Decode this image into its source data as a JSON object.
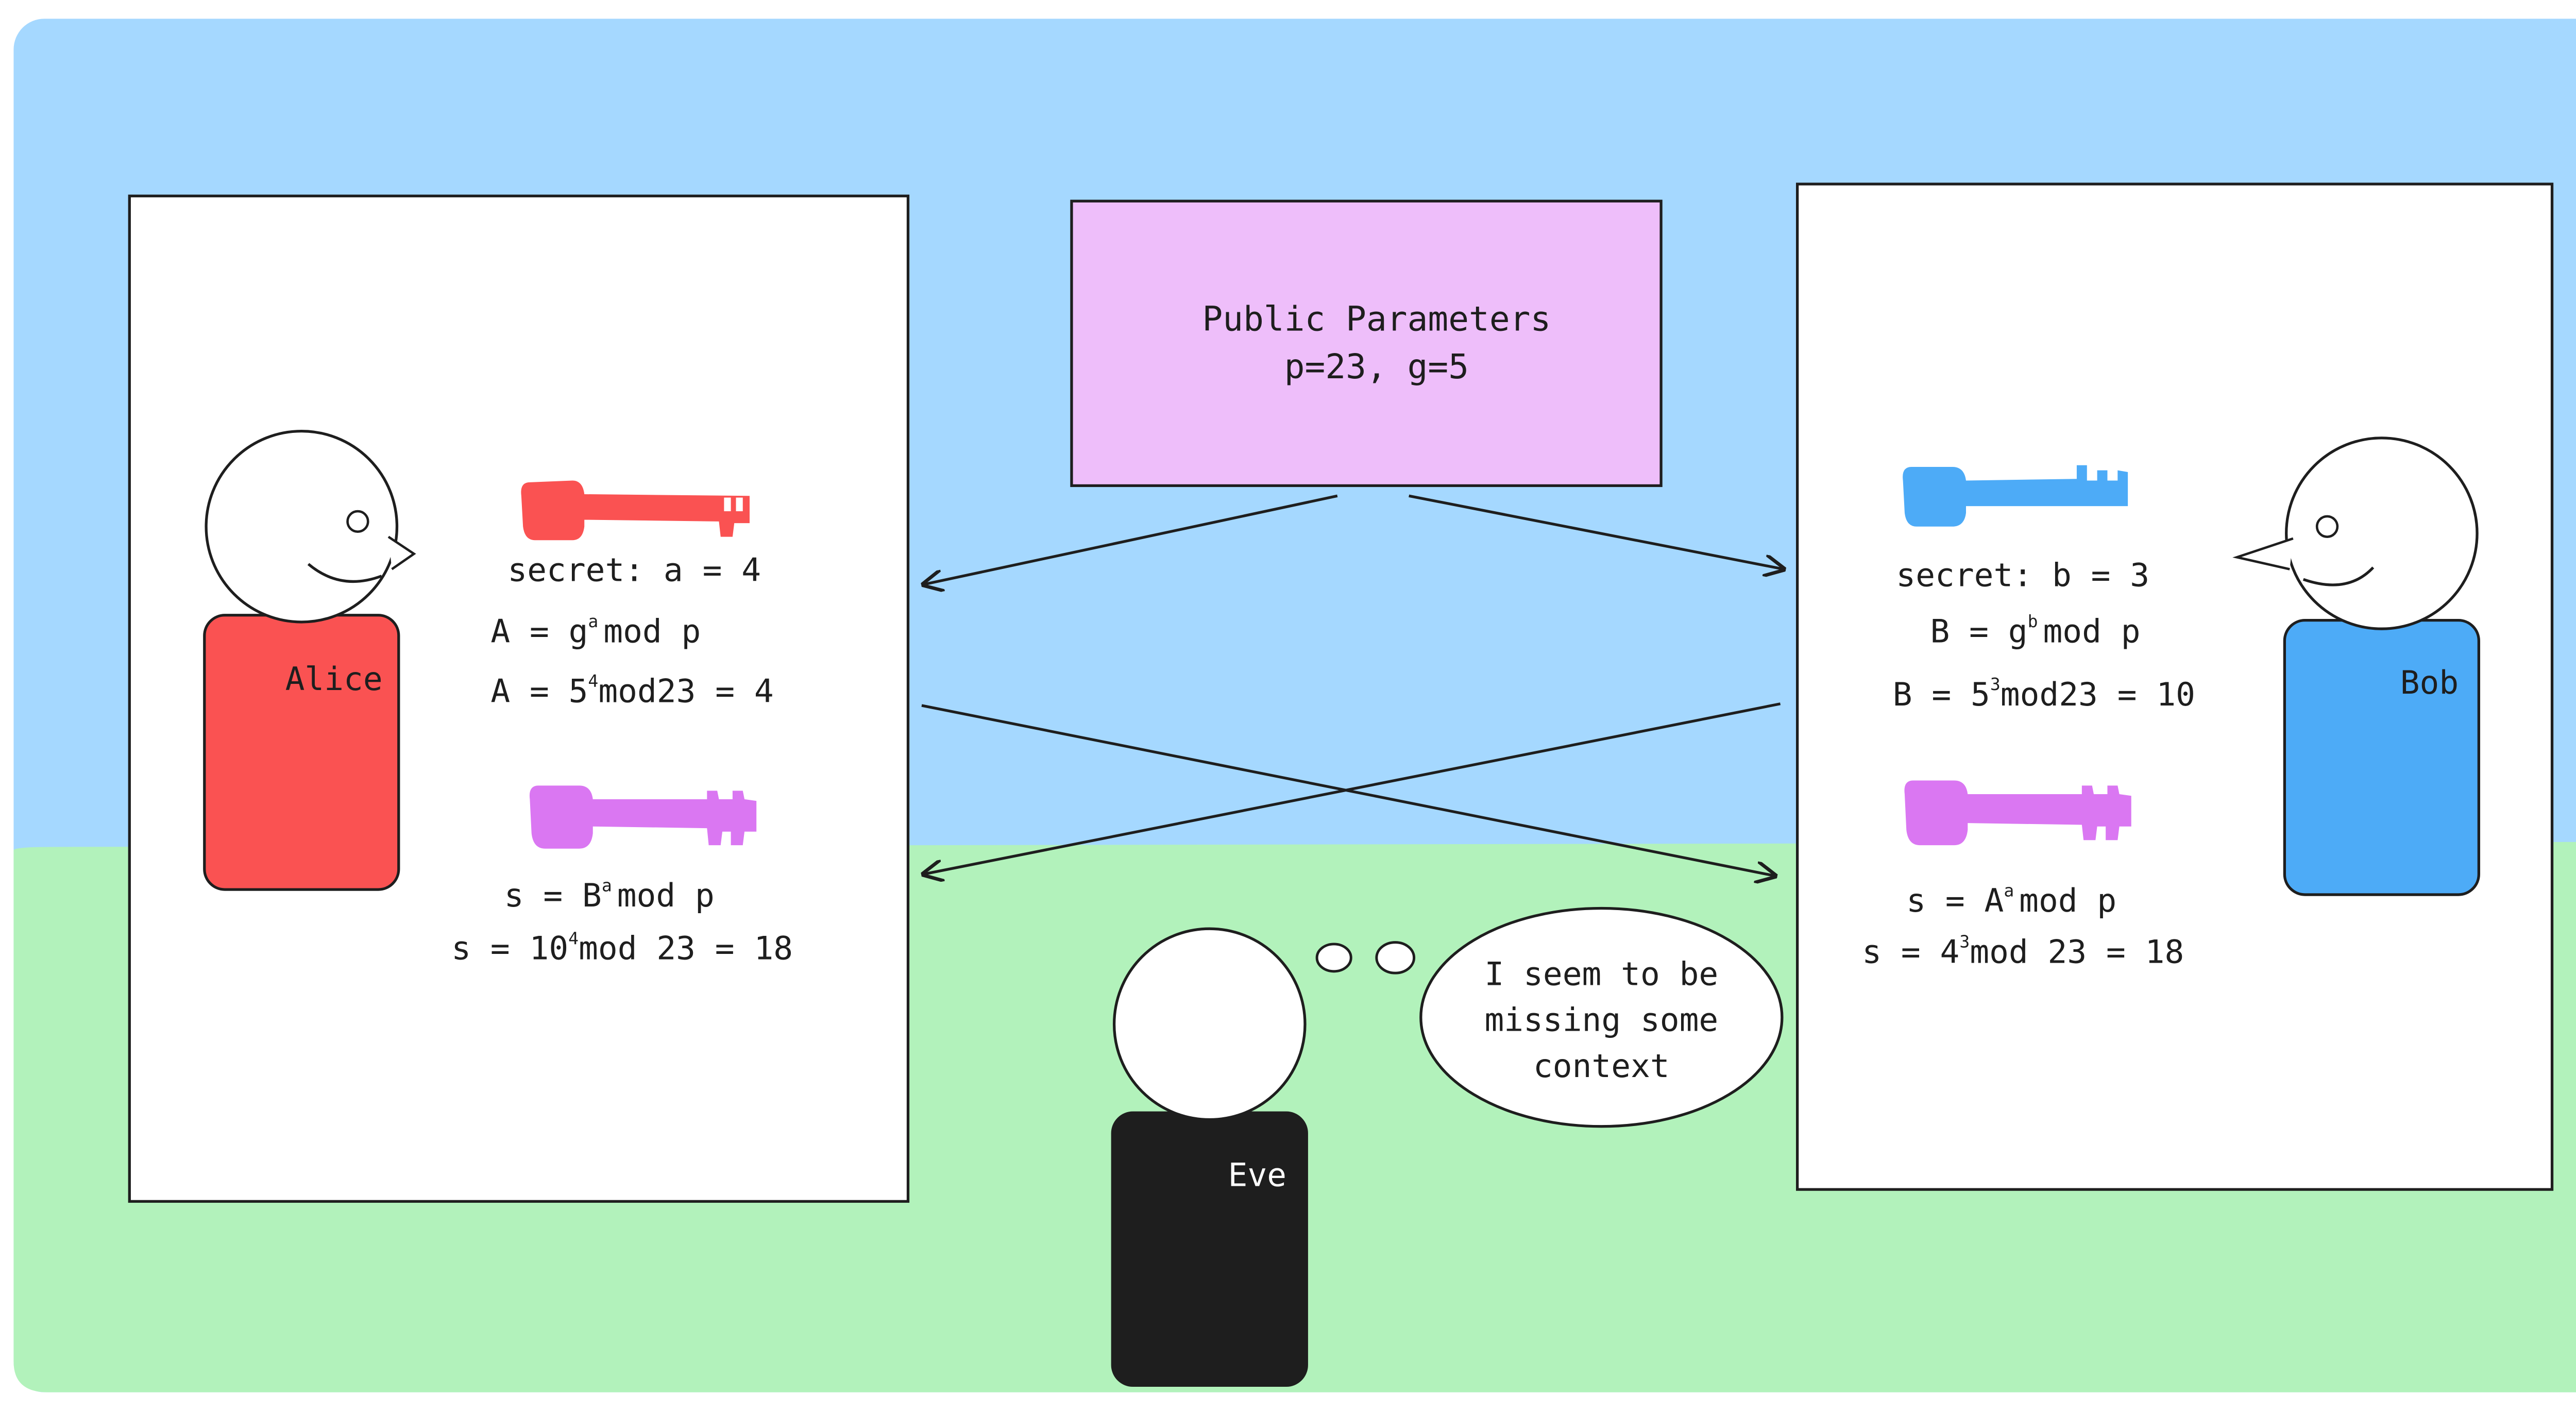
{
  "public": {
    "title": "Public Parameters",
    "values": "p=23, g=5"
  },
  "alice": {
    "name": "Alice",
    "secret": "secret: a = 4",
    "pub_lhs": "A = g",
    "pub_exp": "a",
    "pub_rhs": "mod p",
    "pub_num_lhs": "A = 5",
    "pub_num_exp": "4",
    "pub_num_rhs": "mod23 = 4",
    "shared_lhs": "s = B",
    "shared_exp": "a",
    "shared_rhs": "mod p",
    "shared_num_lhs": "s = 10",
    "shared_num_exp": "4",
    "shared_num_rhs": "mod 23 = 18"
  },
  "bob": {
    "name": "Bob",
    "secret": "secret: b = 3",
    "pub_lhs": "B = g",
    "pub_exp": "b",
    "pub_rhs": "mod p",
    "pub_num_lhs": "B = 5",
    "pub_num_exp": "3",
    "pub_num_rhs": "mod23 = 10",
    "shared_lhs": "s = A",
    "shared_exp": "a",
    "shared_rhs": "mod p",
    "shared_num_lhs": "s = 4",
    "shared_num_exp": "3",
    "shared_num_rhs": "mod 23 = 18"
  },
  "eve": {
    "name": "Eve",
    "thought_line1": "I seem to be",
    "thought_line2": "missing some",
    "thought_line3": "context"
  },
  "colors": {
    "sky": "#a5d8ff",
    "grass": "#b2f2bb",
    "alice_body": "#fa5252",
    "alice_key": "#fa5252",
    "bob_body": "#4dabf7",
    "bob_key": "#4dabf7",
    "shared_key": "#da77f2",
    "public_box": "#eebefa",
    "eve_body": "#1e1e1e",
    "ink": "#1e1e1e"
  }
}
